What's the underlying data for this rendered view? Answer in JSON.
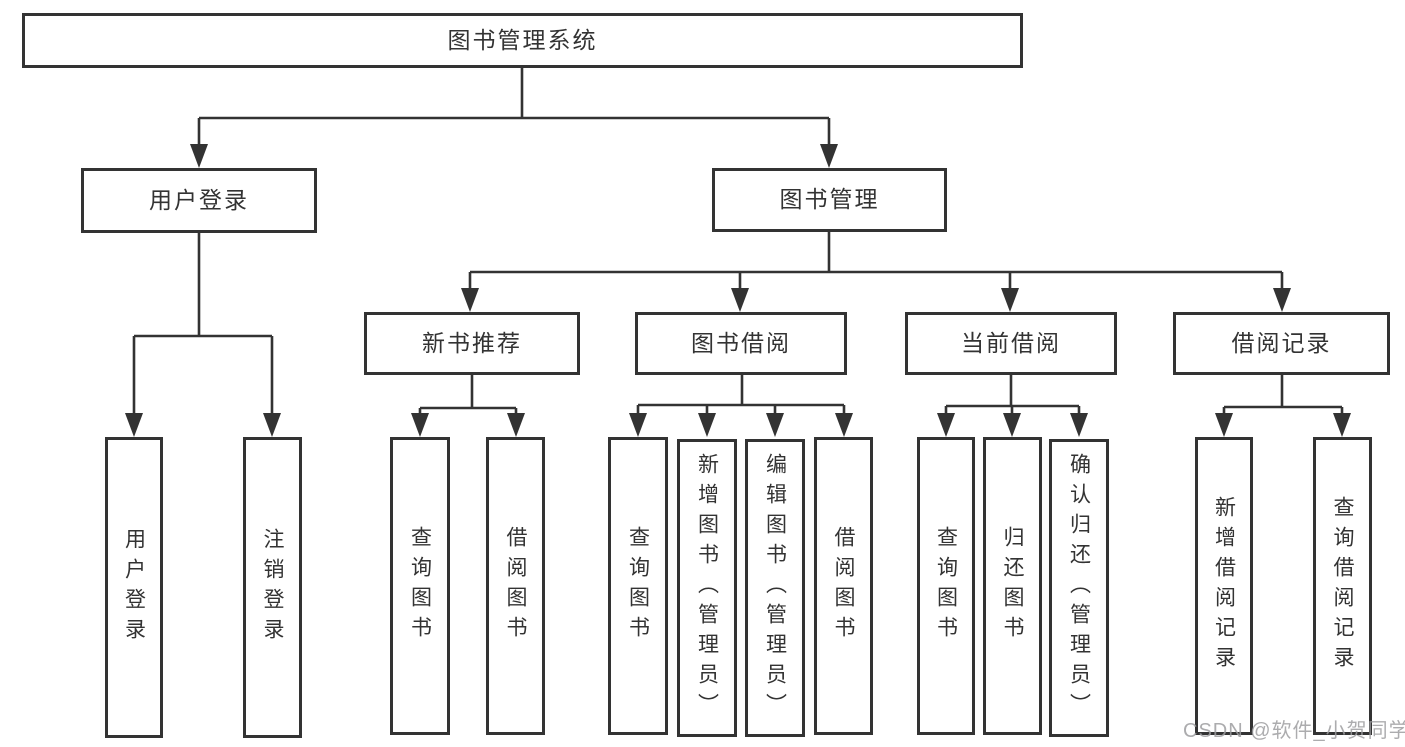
{
  "tree": {
    "label": "图书管理系统",
    "children": [
      {
        "label": "用户登录",
        "children": [
          {
            "label": "用户登录"
          },
          {
            "label": "注销登录"
          }
        ]
      },
      {
        "label": "图书管理",
        "children": [
          {
            "label": "新书推荐",
            "children": [
              {
                "label": "查询图书"
              },
              {
                "label": "借阅图书"
              }
            ]
          },
          {
            "label": "图书借阅",
            "children": [
              {
                "label": "查询图书"
              },
              {
                "label": "新增图书（管理员）"
              },
              {
                "label": "编辑图书（管理员）"
              },
              {
                "label": "借阅图书"
              }
            ]
          },
          {
            "label": "当前借阅",
            "children": [
              {
                "label": "查询图书"
              },
              {
                "label": "归还图书"
              },
              {
                "label": "确认归还（管理员）"
              }
            ]
          },
          {
            "label": "借阅记录",
            "children": [
              {
                "label": "新增借阅记录"
              },
              {
                "label": "查询借阅记录"
              }
            ]
          }
        ]
      }
    ]
  },
  "watermark": {
    "text": "CSDN @软件_小贺同学"
  },
  "colors": {
    "line": "#333333",
    "box_border": "#333333",
    "text": "#333333",
    "watermark": "#9e9ea0",
    "background": "#ffffff"
  }
}
